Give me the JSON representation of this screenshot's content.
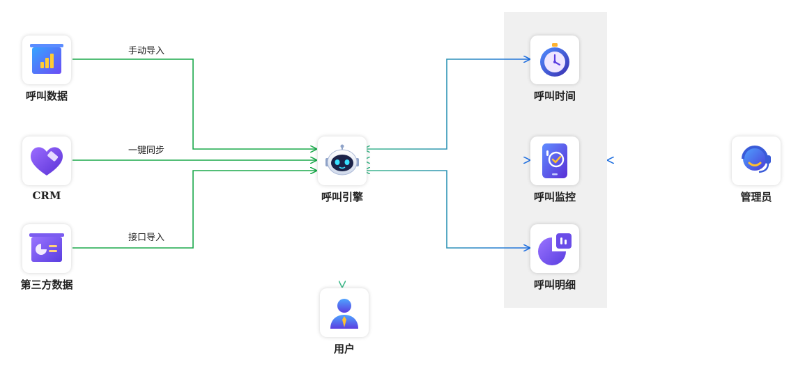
{
  "nodes": {
    "call_data": "呼叫数据",
    "crm": "CRM",
    "third_party_data": "第三方数据",
    "call_engine": "呼叫引擎",
    "user": "用户",
    "call_time": "呼叫时间",
    "call_monitor": "呼叫监控",
    "call_detail": "呼叫明细",
    "admin": "管理员"
  },
  "edges": {
    "manual_import": "手动导入",
    "one_click_sync": "一键同步",
    "api_import": "接口导入"
  },
  "colors": {
    "green": "#1aa84a",
    "blue": "#1f6fe0",
    "panel": "#f0f0f0"
  },
  "icons": {
    "call_data": "bar-chart-board-icon",
    "crm": "heart-icon",
    "third_party_data": "presentation-board-icon",
    "call_engine": "robot-icon",
    "user": "user-icon",
    "call_time": "stopwatch-icon",
    "call_monitor": "monitor-check-icon",
    "call_detail": "pie-chart-icon",
    "admin": "headset-agent-icon"
  }
}
